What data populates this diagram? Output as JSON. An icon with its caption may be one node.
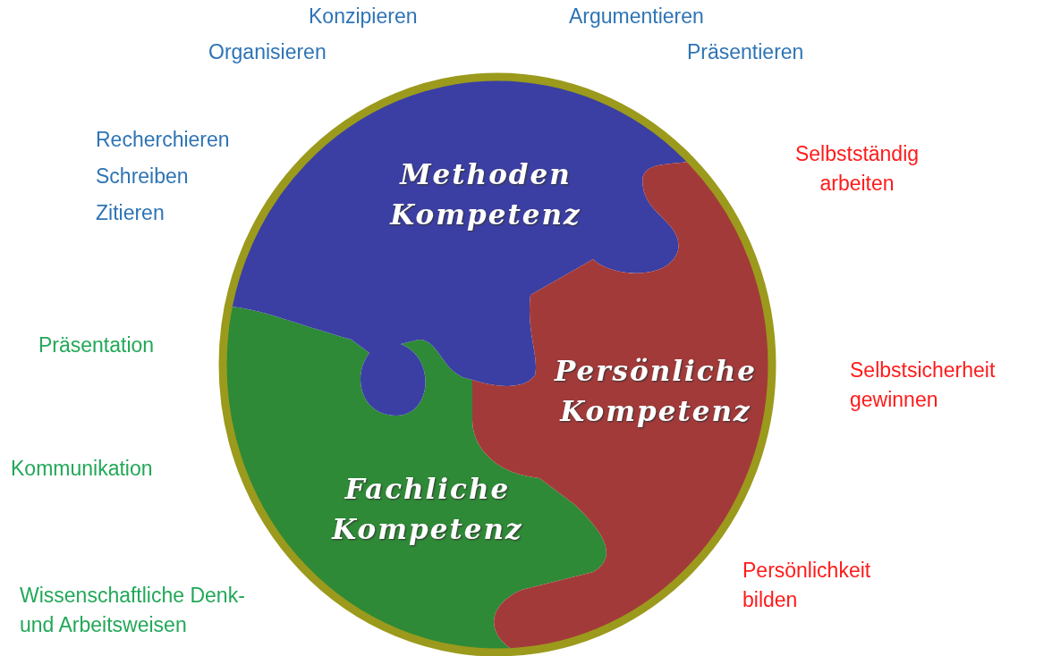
{
  "diagram": {
    "nodes": [
      {
        "text": [],
        "shape": "circle"
      },
      {
        "text": [
          "Methoden Kompetenz"
        ],
        "in": 0
      },
      {
        "text": [
          "Persönliche Kompetenz"
        ],
        "in": 0
      },
      {
        "text": [
          "Fachliche Kompetenz"
        ],
        "in": 0
      }
    ],
    "edges": [],
    "labels": [
      "Konzipieren",
      "Argumentieren",
      "Organisieren",
      "Präsentieren",
      "Recherchieren",
      "Schreiben",
      "Zitieren",
      "Selbstständig arbeiten",
      "Präsentation",
      "Selbstsicherheit gewinnen",
      "Kommunikation",
      "Persönlichkeit bilden",
      "Wissenschaftliche Denk- und Arbeitsweisen"
    ]
  }
}
